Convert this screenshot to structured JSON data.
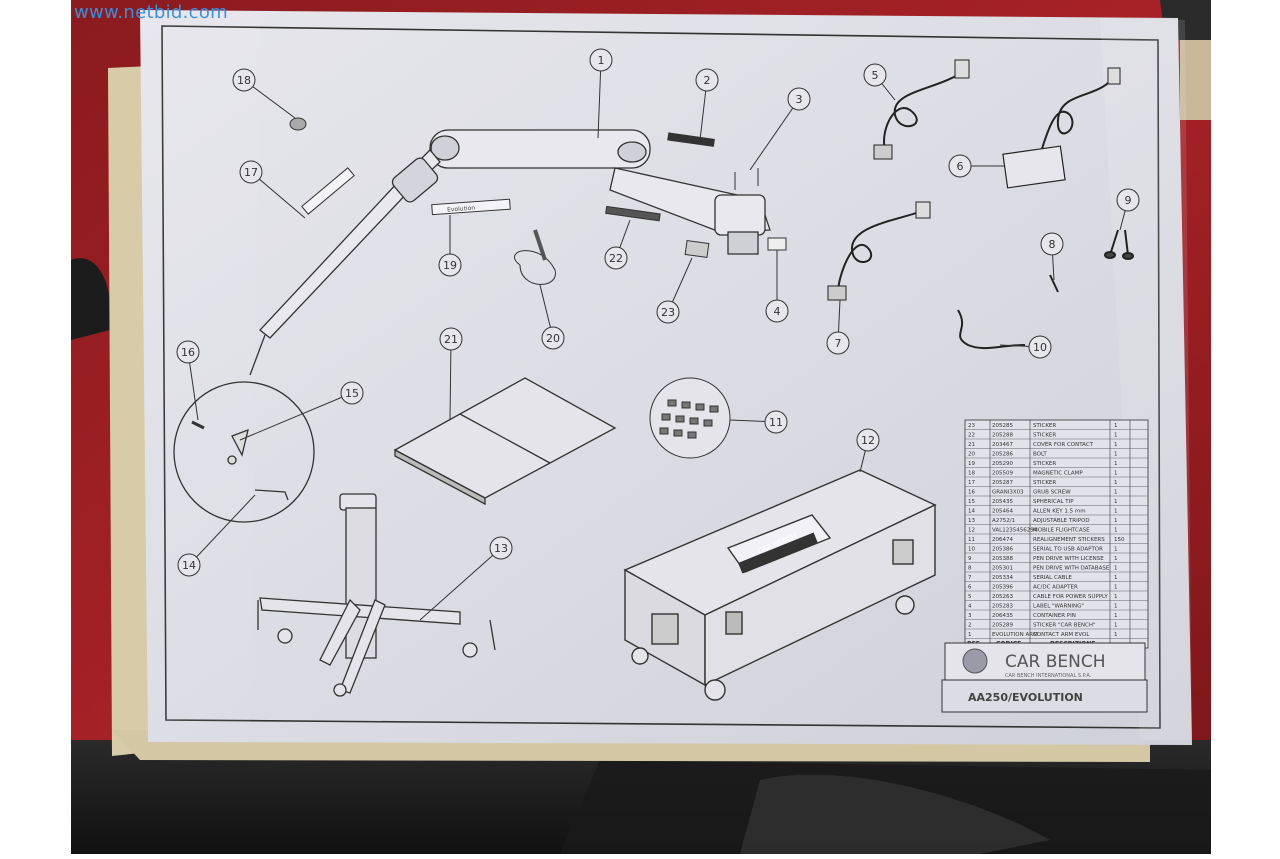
{
  "watermark": "www.netbid.com",
  "sheet": {
    "part_numbers": [
      "1",
      "2",
      "3",
      "4",
      "5",
      "6",
      "7",
      "8",
      "9",
      "10",
      "11",
      "12",
      "13",
      "14",
      "15",
      "16",
      "17",
      "18",
      "19",
      "20",
      "21",
      "22",
      "23"
    ],
    "box_label": "CAR BENCH",
    "arm_label": "Evolution",
    "parts_table": [
      {
        "ref": "23",
        "code": "205285",
        "desc": "STICKER",
        "qty": "1"
      },
      {
        "ref": "22",
        "code": "205288",
        "desc": "STICKER",
        "qty": "1"
      },
      {
        "ref": "21",
        "code": "203467",
        "desc": "COVER FOR CONTACT",
        "qty": "1"
      },
      {
        "ref": "20",
        "code": "205286",
        "desc": "BOLT",
        "qty": "1"
      },
      {
        "ref": "19",
        "code": "205290",
        "desc": "STICKER",
        "qty": "1"
      },
      {
        "ref": "18",
        "code": "205509",
        "desc": "MAGNETIC CLAMP",
        "qty": "1"
      },
      {
        "ref": "17",
        "code": "205287",
        "desc": "STICKER",
        "qty": "1"
      },
      {
        "ref": "16",
        "code": "GRANI3X03",
        "desc": "GRUB SCREW",
        "qty": "1"
      },
      {
        "ref": "15",
        "code": "205435",
        "desc": "SPHERICAL TIP",
        "qty": "1"
      },
      {
        "ref": "14",
        "code": "205464",
        "desc": "ALLEN KEY 1.5 mm",
        "qty": "1"
      },
      {
        "ref": "13",
        "code": "A2752/1",
        "desc": "ADJUSTABLE TRIPOD",
        "qty": "1"
      },
      {
        "ref": "12",
        "code": "VAL1235456294",
        "desc": "MOBILE FLIGHTCASE",
        "qty": "1"
      },
      {
        "ref": "11",
        "code": "206474",
        "desc": "REALIGNEMENT STICKERS",
        "qty": "150"
      },
      {
        "ref": "10",
        "code": "205386",
        "desc": "SERIAL TO USB ADAPTOR",
        "qty": "1"
      },
      {
        "ref": "9",
        "code": "205388",
        "desc": "PEN DRIVE WITH LICENSE",
        "qty": "1"
      },
      {
        "ref": "8",
        "code": "205301",
        "desc": "PEN DRIVE WITH DATABASE",
        "qty": "1"
      },
      {
        "ref": "7",
        "code": "205334",
        "desc": "SERIAL CABLE",
        "qty": "1"
      },
      {
        "ref": "6",
        "code": "205396",
        "desc": "AC/DC ADAPTER",
        "qty": "1"
      },
      {
        "ref": "5",
        "code": "205263",
        "desc": "CABLE FOR POWER SUPPLY",
        "qty": "1"
      },
      {
        "ref": "4",
        "code": "205283",
        "desc": "LABEL \"WARNING\"",
        "qty": "1"
      },
      {
        "ref": "3",
        "code": "206435",
        "desc": "CONTAINER PIN",
        "qty": "1"
      },
      {
        "ref": "2",
        "code": "205289",
        "desc": "STICKER \"CAR BENCH\"",
        "qty": "1"
      },
      {
        "ref": "1",
        "code": "EVOLUTION ARM",
        "desc": "CONTACT ARM EVOL",
        "qty": "1"
      }
    ],
    "table_header": {
      "ref": "REF.",
      "code": "CODICE",
      "desc": "DESCRIZIONE"
    },
    "logo_text": "CAR BENCH",
    "logo_subtext": "CAR BENCH INTERNATIONAL S.P.A.",
    "model": "AA250/EVOLUTION"
  }
}
